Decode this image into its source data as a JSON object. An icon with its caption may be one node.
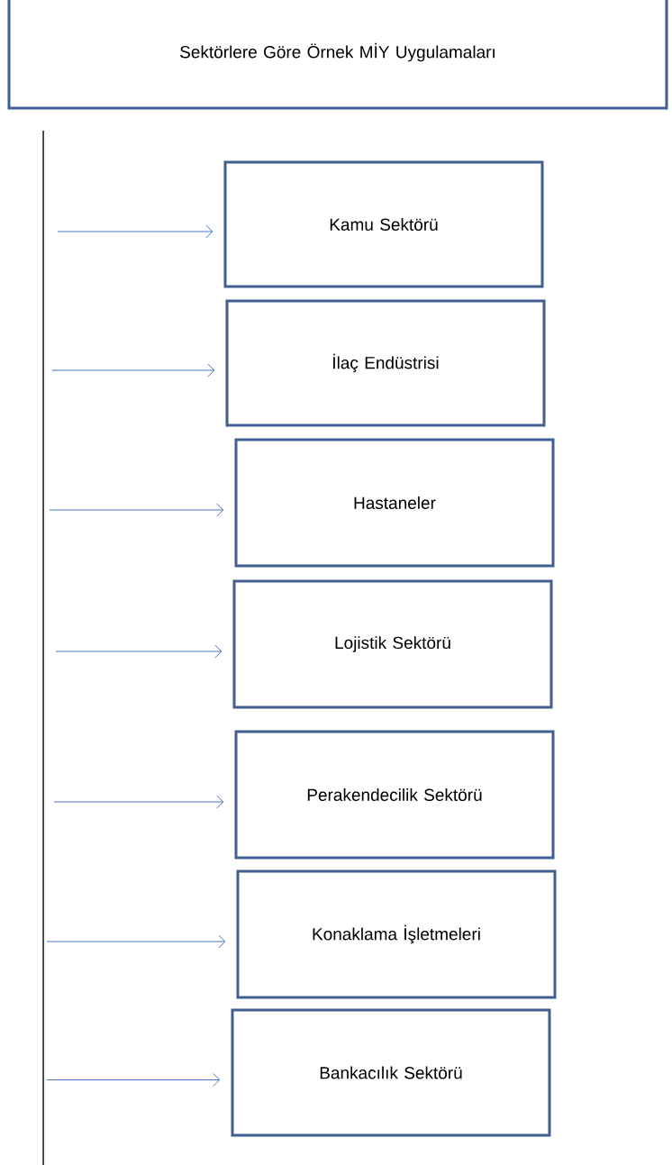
{
  "diagram": {
    "nodes": [
      {
        "text": [
          "Sektörlere Göre Örnek MİY Uygulamaları"
        ]
      },
      {
        "text": [
          "Kamu Sektörü"
        ]
      },
      {
        "text": [
          "İlaç Endüstrisi"
        ]
      },
      {
        "text": [
          "Hastaneler"
        ]
      },
      {
        "text": [
          "Lojistik Sektörü"
        ]
      },
      {
        "text": [
          "Perakendecilik Sektörü"
        ]
      },
      {
        "text": [
          "Konaklama İşletmeleri"
        ]
      },
      {
        "text": [
          "Bankacılık Sektörü"
        ]
      }
    ],
    "edges": [
      {
        "from": null,
        "to": 1,
        "arrow": "to"
      },
      {
        "from": null,
        "to": 2,
        "arrow": "to"
      },
      {
        "from": null,
        "to": 3,
        "arrow": "to"
      },
      {
        "from": null,
        "to": 4,
        "arrow": "to"
      },
      {
        "from": null,
        "to": 5,
        "arrow": "to"
      },
      {
        "from": null,
        "to": 6,
        "arrow": "to"
      },
      {
        "from": null,
        "to": 7,
        "arrow": "to"
      }
    ]
  }
}
